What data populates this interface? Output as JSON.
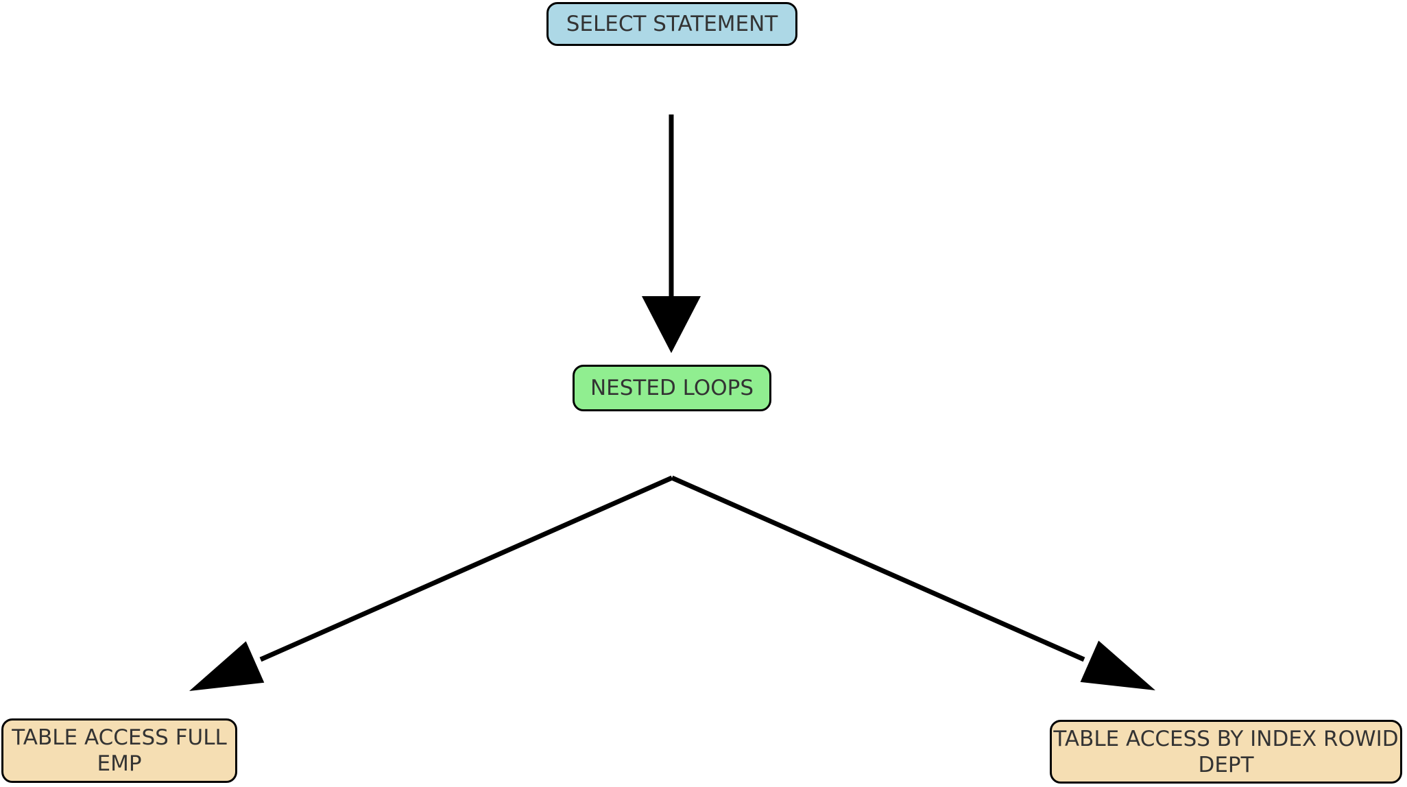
{
  "diagram": {
    "type": "execution-plan-tree",
    "background": "#FFFFFF",
    "nodes": [
      {
        "id": "select-statement",
        "lines": [
          "SELECT STATEMENT"
        ],
        "fill": "#ADD8E6",
        "border": "#000000",
        "text_color": "#333333"
      },
      {
        "id": "nested-loops",
        "lines": [
          "NESTED LOOPS"
        ],
        "fill": "#90EE90",
        "border": "#000000",
        "text_color": "#333333"
      },
      {
        "id": "table-access-full-emp",
        "lines": [
          "TABLE ACCESS FULL",
          "EMP"
        ],
        "fill": "#F5DEB3",
        "border": "#000000",
        "text_color": "#333333"
      },
      {
        "id": "table-access-by-index-rowid-dept",
        "lines": [
          "TABLE ACCESS BY INDEX ROWID",
          "DEPT"
        ],
        "fill": "#F5DEB3",
        "border": "#000000",
        "text_color": "#333333"
      }
    ],
    "edges": [
      {
        "from": "SELECT STATEMENT",
        "to": "NESTED LOOPS",
        "color": "#000000",
        "style": "arrow"
      },
      {
        "from": "NESTED LOOPS",
        "to": "TABLE ACCESS FULL EMP",
        "color": "#000000",
        "style": "arrow"
      },
      {
        "from": "NESTED LOOPS",
        "to": "TABLE ACCESS BY INDEX ROWID DEPT",
        "color": "#000000",
        "style": "arrow"
      }
    ]
  }
}
